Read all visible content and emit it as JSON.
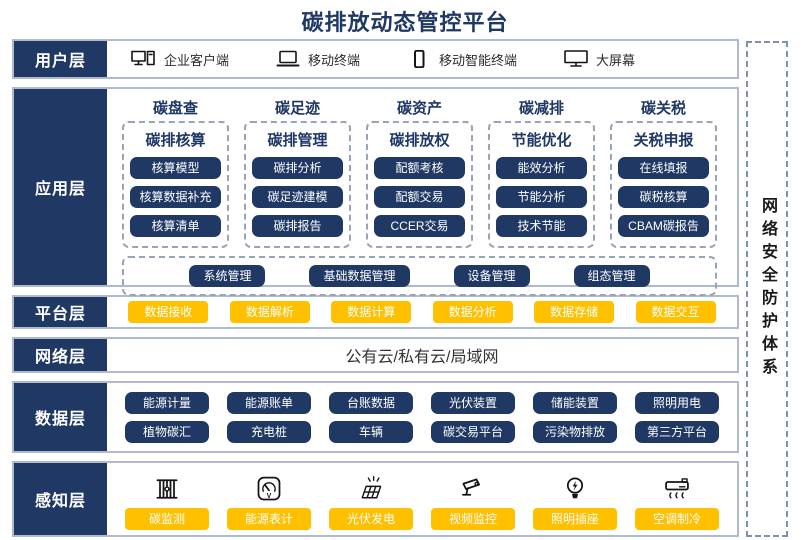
{
  "title": "碳排放动态管控平台",
  "security_banner": "网络安全防护体系",
  "colors": {
    "navy": "#1F3864",
    "yellow": "#FFC000",
    "row_border": "#AEBACE",
    "dash": "#9AA4B8"
  },
  "layers": {
    "user": {
      "label": "用户层",
      "items": [
        {
          "icon": "desktop-pc-icon",
          "label": "企业客户端"
        },
        {
          "icon": "laptop-icon",
          "label": "移动终端"
        },
        {
          "icon": "smartphone-icon",
          "label": "移动智能终端"
        },
        {
          "icon": "big-screen-icon",
          "label": "大屏幕"
        }
      ]
    },
    "application": {
      "label": "应用层",
      "groups": [
        {
          "header": "碳盘查",
          "subheader": "碳排核算",
          "items": [
            "核算模型",
            "核算数据补充",
            "核算清单"
          ]
        },
        {
          "header": "碳足迹",
          "subheader": "碳排管理",
          "items": [
            "碳排分析",
            "碳足迹建模",
            "碳排报告"
          ]
        },
        {
          "header": "碳资产",
          "subheader": "碳排放权",
          "items": [
            "配额考核",
            "配额交易",
            "CCER交易"
          ]
        },
        {
          "header": "碳减排",
          "subheader": "节能优化",
          "items": [
            "能效分析",
            "节能分析",
            "技术节能"
          ]
        },
        {
          "header": "碳关税",
          "subheader": "关税申报",
          "items": [
            "在线填报",
            "碳税核算",
            "CBAM碳报告"
          ]
        }
      ],
      "common_modules": [
        "系统管理",
        "基础数据管理",
        "设备管理",
        "组态管理"
      ]
    },
    "platform": {
      "label": "平台层",
      "items": [
        "数据接收",
        "数据解析",
        "数据计算",
        "数据分析",
        "数据存储",
        "数据交互"
      ]
    },
    "network": {
      "label": "网络层",
      "content": "公有云/私有云/局域网"
    },
    "data": {
      "label": "数据层",
      "rows": [
        [
          "能源计量",
          "能源账单",
          "台账数据",
          "光伏装置",
          "储能装置",
          "照明用电"
        ],
        [
          "植物碳汇",
          "充电桩",
          "车辆",
          "碳交易平台",
          "污染物排放",
          "第三方平台"
        ]
      ]
    },
    "perception": {
      "label": "感知层",
      "items": [
        {
          "icon": "carbon-monitor-icon",
          "label": "碳监测"
        },
        {
          "icon": "energy-meter-icon",
          "label": "能源表计"
        },
        {
          "icon": "solar-power-icon",
          "label": "光伏发电"
        },
        {
          "icon": "cctv-camera-icon",
          "label": "视频监控"
        },
        {
          "icon": "light-socket-icon",
          "label": "照明插座"
        },
        {
          "icon": "air-conditioner-icon",
          "label": "空调制冷"
        }
      ]
    }
  }
}
